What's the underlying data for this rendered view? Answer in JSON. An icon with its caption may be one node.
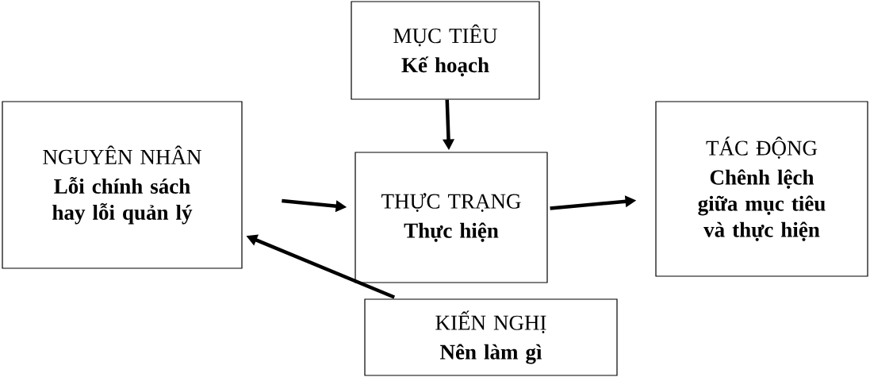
{
  "diagram": {
    "nodes": [
      {
        "text": [
          "MỤC TIÊU",
          "Kế hoạch"
        ]
      },
      {
        "text": [
          "NGUYÊN NHÂN",
          "Lỗi chính sách hay lỗi quản lý"
        ]
      },
      {
        "text": [
          "THỰC TRẠNG",
          "Thực hiện"
        ]
      },
      {
        "text": [
          "TÁC ĐỘNG",
          "Chênh lệch giữa mục tiêu và thực hiện"
        ]
      },
      {
        "text": [
          "KIẾN NGHỊ",
          "Nên làm gì"
        ]
      }
    ],
    "edges": [
      {
        "from": 0,
        "to": 2,
        "arrow": "to"
      },
      {
        "from": 1,
        "to": 2,
        "arrow": "to"
      },
      {
        "from": 2,
        "to": 3,
        "arrow": "to"
      },
      {
        "from": 4,
        "to": 1,
        "arrow": "to"
      }
    ]
  }
}
